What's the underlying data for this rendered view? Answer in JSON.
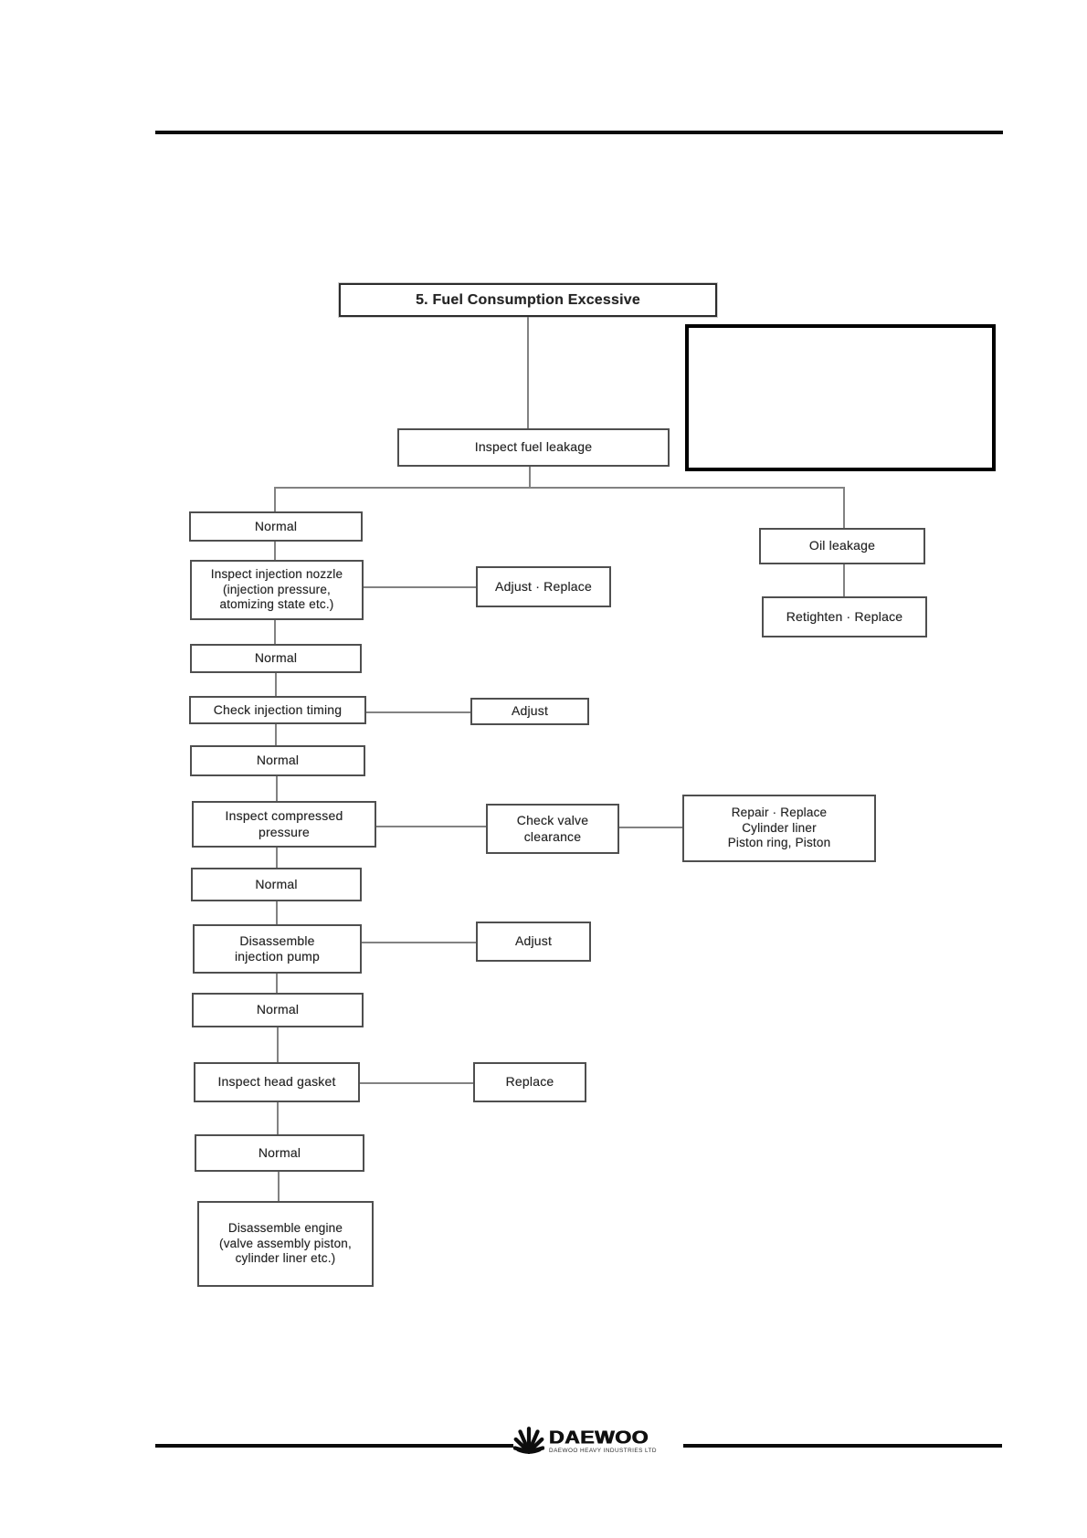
{
  "flowchart": {
    "title": "5. Fuel Consumption Excessive",
    "nodes": {
      "inspect_fuel_leakage": "Inspect fuel leakage",
      "note_box_empty": "",
      "normal_1": "Normal",
      "oil_leakage": "Oil leakage",
      "inspect_injection_nozzle": "Inspect injection nozzle\n(injection pressure,\natomizing state etc.)",
      "adjust_replace": "Adjust · Replace",
      "retighten_replace": "Retighten · Replace",
      "normal_2": "Normal",
      "check_injection_timing": "Check injection timing",
      "adjust_timing": "Adjust",
      "normal_3": "Normal",
      "inspect_compressed_pressure": "Inspect compressed\npressure",
      "check_valve_clearance": "Check valve\nclearance",
      "repair_replace_cylinder": "Repair · Replace\nCylinder liner\nPiston ring, Piston",
      "normal_4": "Normal",
      "disassemble_injection_pump": "Disassemble\ninjection pump",
      "adjust_pump": "Adjust",
      "normal_5": "Normal",
      "inspect_head_gasket": "Inspect head gasket",
      "replace_gasket": "Replace",
      "normal_6": "Normal",
      "disassemble_engine": "Disassemble engine\n(valve assembly piston,\ncylinder liner etc.)"
    },
    "edges": [
      {
        "from": "title",
        "to": "inspect_fuel_leakage"
      },
      {
        "from": "inspect_fuel_leakage",
        "to": "normal_1",
        "branch": "left"
      },
      {
        "from": "inspect_fuel_leakage",
        "to": "oil_leakage",
        "branch": "right"
      },
      {
        "from": "oil_leakage",
        "to": "retighten_replace"
      },
      {
        "from": "normal_1",
        "to": "inspect_injection_nozzle"
      },
      {
        "from": "inspect_injection_nozzle",
        "to": "adjust_replace",
        "direction": "right"
      },
      {
        "from": "inspect_injection_nozzle",
        "to": "normal_2"
      },
      {
        "from": "normal_2",
        "to": "check_injection_timing"
      },
      {
        "from": "check_injection_timing",
        "to": "adjust_timing",
        "direction": "right"
      },
      {
        "from": "check_injection_timing",
        "to": "normal_3"
      },
      {
        "from": "normal_3",
        "to": "inspect_compressed_pressure"
      },
      {
        "from": "inspect_compressed_pressure",
        "to": "check_valve_clearance",
        "direction": "right"
      },
      {
        "from": "check_valve_clearance",
        "to": "repair_replace_cylinder",
        "direction": "right"
      },
      {
        "from": "inspect_compressed_pressure",
        "to": "normal_4"
      },
      {
        "from": "normal_4",
        "to": "disassemble_injection_pump"
      },
      {
        "from": "disassemble_injection_pump",
        "to": "adjust_pump",
        "direction": "right"
      },
      {
        "from": "disassemble_injection_pump",
        "to": "normal_5"
      },
      {
        "from": "normal_5",
        "to": "inspect_head_gasket"
      },
      {
        "from": "inspect_head_gasket",
        "to": "replace_gasket",
        "direction": "right"
      },
      {
        "from": "inspect_head_gasket",
        "to": "normal_6"
      },
      {
        "from": "normal_6",
        "to": "disassemble_engine"
      }
    ]
  },
  "footer": {
    "brand": "DAEWOO",
    "brand_subtitle": "DAEWOO HEAVY INDUSTRIES LTD"
  },
  "colors": {
    "background": "#ffffff",
    "box_border": "#4f4f4f",
    "heavy_box_border": "#000000",
    "connector_line": "#828282",
    "rule": "#0b0b0b",
    "text": "#242424"
  }
}
